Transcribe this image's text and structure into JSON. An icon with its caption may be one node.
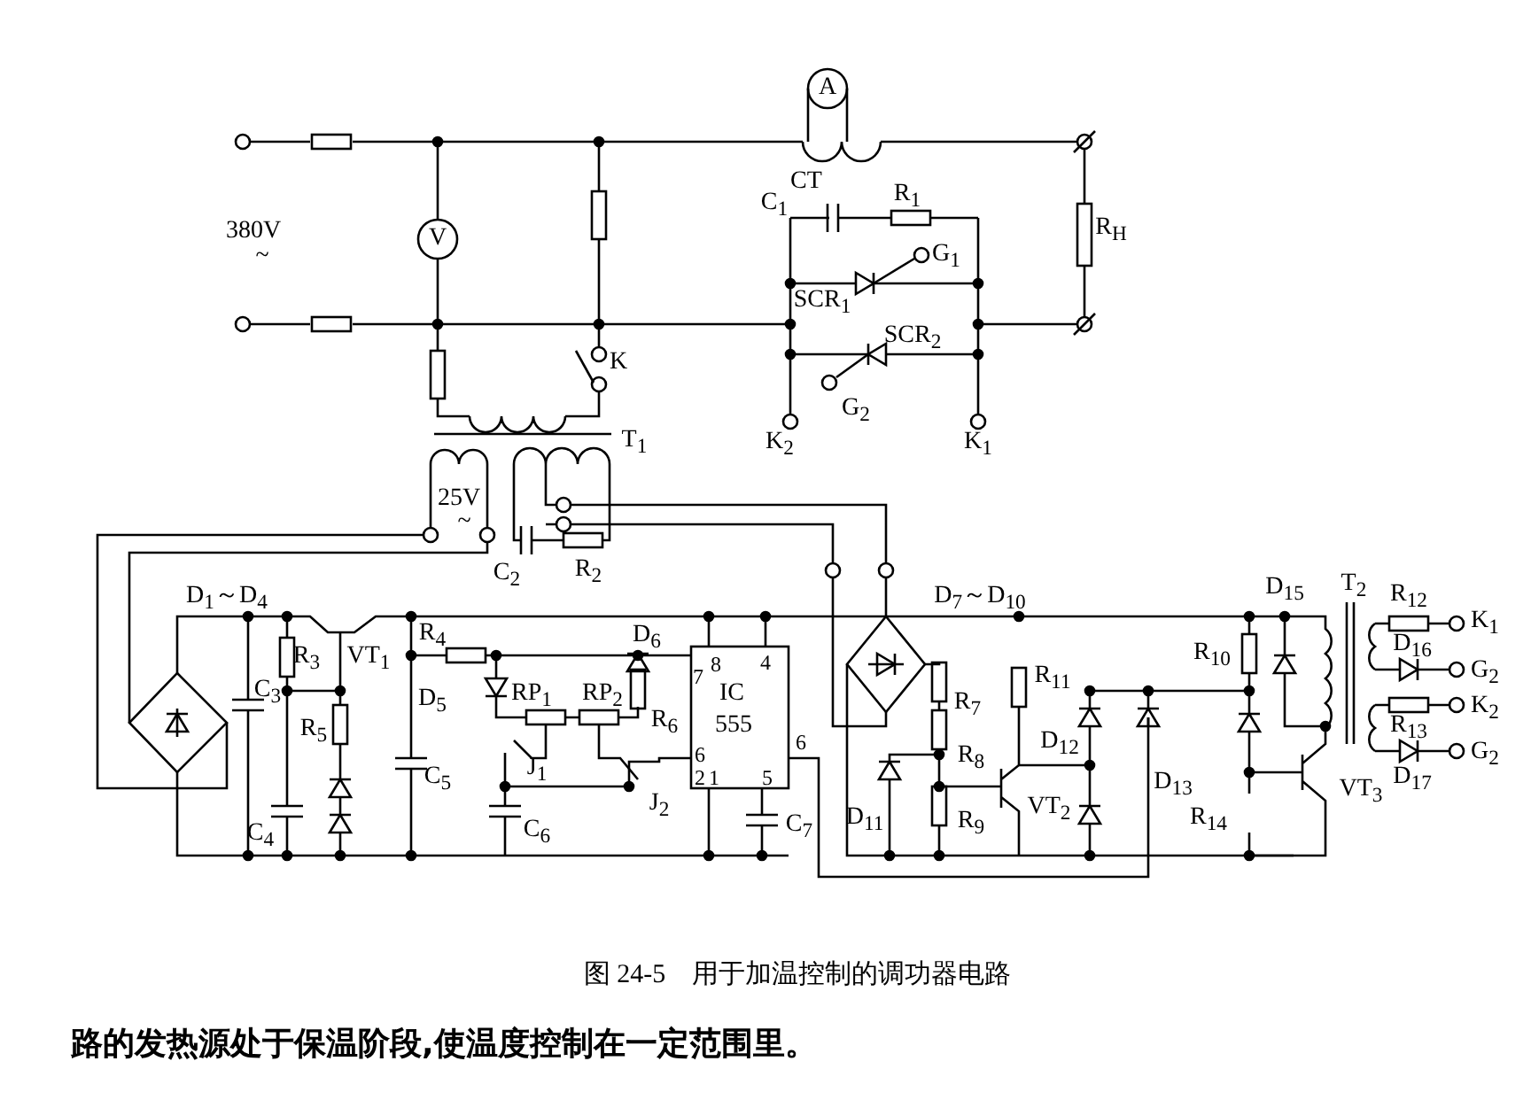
{
  "diagram": {
    "caption": "图 24-5　用于加温控制的调功器电路",
    "labels": [
      "A",
      "CT",
      "C$_{1}$",
      "R$_{1}$",
      "380V",
      "~",
      "V",
      "R$_{H}$",
      "G$_{1}$",
      "SCR$_{1}$",
      "SCR$_{2}$",
      "K",
      "G$_{2}$",
      "T$_{1}$",
      "K$_{2}$",
      "K$_{1}$",
      "25V",
      "~",
      "C$_{2}$",
      "R$_{2}$",
      "D$_{1}$～D$_{4}$",
      "D$_{7}$～D$_{10}$",
      "D$_{15}$",
      "T$_{2}$",
      "R$_{12}$",
      "K$_{1}$",
      "R$_{3}$",
      "VT$_{1}$",
      "R$_{4}$",
      "D$_{6}$",
      "8",
      "4",
      "7",
      "R$_{10}$",
      "D$_{16}$",
      "G$_{2}$",
      "C$_{3}$",
      "IC",
      "R$_{11}$",
      "D$_{5}$",
      "RP$_{1}$",
      "RP$_{2}$",
      "R$_{7}$",
      "K$_{2}$",
      "R$_{5}$",
      "R$_{6}$",
      "555",
      "R$_{13}$",
      "6",
      "6",
      "R$_{8}$",
      "D$_{12}$",
      "G$_{2}$",
      "C$_{5}$",
      "J$_{1}$",
      "2",
      "1",
      "5",
      "D$_{13}$",
      "VT$_{3}$",
      "D$_{17}$",
      "C$_{4}$",
      "C$_{6}$",
      "J$_{2}$",
      "C$_{7}$",
      "D$_{11}$",
      "R$_{9}$",
      "VT$_{2}$",
      "R$_{14}$",
      "路的发热源处于保温阶段,使温度控制在一定范围里。"
    ]
  }
}
